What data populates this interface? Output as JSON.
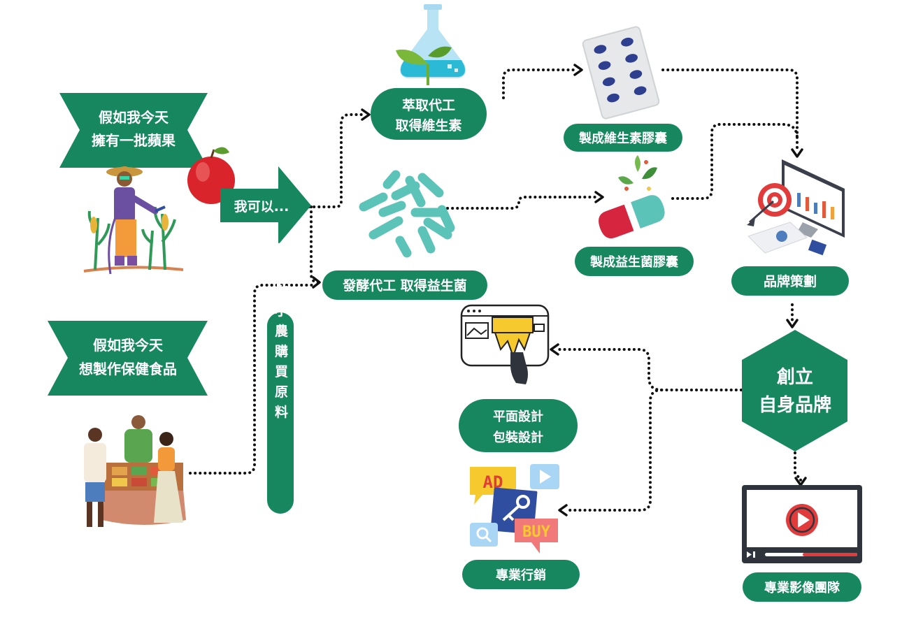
{
  "scenario_apples": {
    "line1": "假如我今天",
    "line2": "擁有一批蘋果"
  },
  "scenario_health": {
    "line1": "假如我今天",
    "line2": "想製作保健食品"
  },
  "arrow_label": "我可以...",
  "vertical_label": "與在地小農購買原料",
  "nodes": {
    "extract": {
      "line1": "萃取代工",
      "line2": "取得維生素"
    },
    "ferment": "發酵代工 取得益生菌",
    "vitamin_capsule": "製成維生素膠囊",
    "probiotic_capsule": "製成益生菌膠囊",
    "brand_planning": "品牌策劃",
    "create_brand": {
      "line1": "創立",
      "line2": "自身品牌"
    },
    "design": {
      "line1": "平面設計",
      "line2": "包裝設計"
    },
    "marketing": "專業行銷",
    "video_team": "專業影像團隊"
  },
  "ad_badge": {
    "ad": "AD",
    "buy": "BUY"
  },
  "colors": {
    "green": "#17875f",
    "dark_green": "#0f7a55",
    "red": "#e23b3b",
    "teal": "#5cc3b8"
  }
}
